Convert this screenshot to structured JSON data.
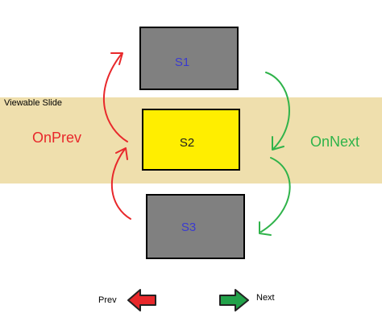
{
  "band": {
    "label": "Viewable Slide",
    "color": "#efdfad"
  },
  "slides": [
    {
      "id": "s1",
      "label": "S1",
      "fill": "#808080",
      "text_color": "#3a3ad0"
    },
    {
      "id": "s2",
      "label": "S2",
      "fill": "#ffee00",
      "text_color": "#202020"
    },
    {
      "id": "s3",
      "label": "S3",
      "fill": "#808080",
      "text_color": "#3a3ad0"
    }
  ],
  "arrows": {
    "prev": {
      "label": "OnPrev",
      "color": "#e8282b"
    },
    "next": {
      "label": "OnNext",
      "color": "#2fb34a"
    }
  },
  "controls": {
    "prev": {
      "label": "Prev",
      "icon": "red-left-arrow-icon",
      "color": "#e8282b"
    },
    "next": {
      "label": "Next",
      "icon": "green-right-arrow-icon",
      "color": "#22a24a"
    }
  }
}
